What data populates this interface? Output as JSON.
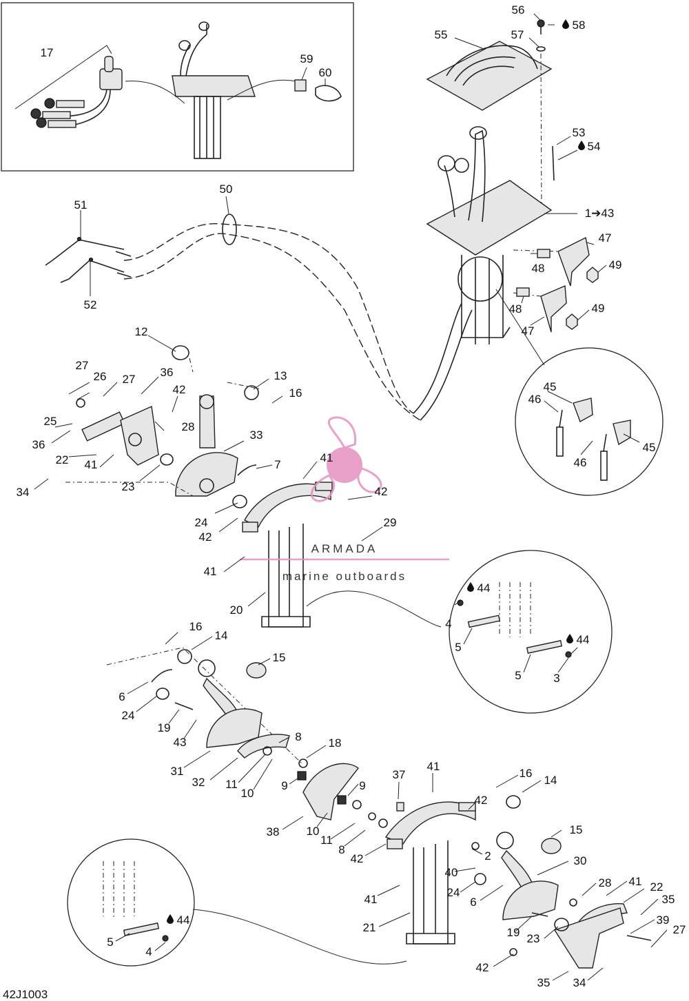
{
  "drawing_code": "42J1003",
  "watermark": {
    "brand": "ARMADA",
    "tagline": "marine outboards",
    "logo_icon": "propeller-logo-icon",
    "color": "#e58fbf"
  },
  "oil_icon": "oil-drop-icon",
  "callouts": [
    {
      "id": "c-17",
      "label": "17"
    },
    {
      "id": "c-59",
      "label": "59"
    },
    {
      "id": "c-60",
      "label": "60"
    },
    {
      "id": "c-56",
      "label": "56"
    },
    {
      "id": "c-58",
      "label": "58",
      "oil": true
    },
    {
      "id": "c-55",
      "label": "55"
    },
    {
      "id": "c-57",
      "label": "57"
    },
    {
      "id": "c-53",
      "label": "53"
    },
    {
      "id": "c-54",
      "label": "54",
      "oil": true
    },
    {
      "id": "c-1-43",
      "label": "1➔43"
    },
    {
      "id": "c-47a",
      "label": "47"
    },
    {
      "id": "c-48a",
      "label": "48"
    },
    {
      "id": "c-49a",
      "label": "49"
    },
    {
      "id": "c-48b",
      "label": "48"
    },
    {
      "id": "c-49b",
      "label": "49"
    },
    {
      "id": "c-47b",
      "label": "47"
    },
    {
      "id": "c-50",
      "label": "50"
    },
    {
      "id": "c-51",
      "label": "51"
    },
    {
      "id": "c-52",
      "label": "52"
    },
    {
      "id": "c-45a",
      "label": "45"
    },
    {
      "id": "c-46a",
      "label": "46"
    },
    {
      "id": "c-45b",
      "label": "45"
    },
    {
      "id": "c-46b",
      "label": "46"
    },
    {
      "id": "c-12",
      "label": "12"
    },
    {
      "id": "c-13",
      "label": "13"
    },
    {
      "id": "c-16a",
      "label": "16"
    },
    {
      "id": "c-27a",
      "label": "27"
    },
    {
      "id": "c-26",
      "label": "26"
    },
    {
      "id": "c-27b",
      "label": "27"
    },
    {
      "id": "c-36a",
      "label": "36"
    },
    {
      "id": "c-42a",
      "label": "42"
    },
    {
      "id": "c-25",
      "label": "25"
    },
    {
      "id": "c-28a",
      "label": "28"
    },
    {
      "id": "c-36b",
      "label": "36"
    },
    {
      "id": "c-33",
      "label": "33"
    },
    {
      "id": "c-22a",
      "label": "22"
    },
    {
      "id": "c-41a",
      "label": "41"
    },
    {
      "id": "c-41b",
      "label": "41"
    },
    {
      "id": "c-7",
      "label": "7"
    },
    {
      "id": "c-34a",
      "label": "34"
    },
    {
      "id": "c-23a",
      "label": "23"
    },
    {
      "id": "c-42b",
      "label": "42"
    },
    {
      "id": "c-24a",
      "label": "24"
    },
    {
      "id": "c-42c",
      "label": "42"
    },
    {
      "id": "c-29",
      "label": "29"
    },
    {
      "id": "c-41c",
      "label": "41"
    },
    {
      "id": "c-44a",
      "label": "44",
      "oil": true
    },
    {
      "id": "c-4a",
      "label": "4"
    },
    {
      "id": "c-20",
      "label": "20"
    },
    {
      "id": "c-5a",
      "label": "5"
    },
    {
      "id": "c-44b",
      "label": "44",
      "oil": true
    },
    {
      "id": "c-5b",
      "label": "5"
    },
    {
      "id": "c-3",
      "label": "3"
    },
    {
      "id": "c-16b",
      "label": "16"
    },
    {
      "id": "c-14a",
      "label": "14"
    },
    {
      "id": "c-15a",
      "label": "15"
    },
    {
      "id": "c-6a",
      "label": "6"
    },
    {
      "id": "c-24b",
      "label": "24"
    },
    {
      "id": "c-19a",
      "label": "19"
    },
    {
      "id": "c-43",
      "label": "43"
    },
    {
      "id": "c-8a",
      "label": "8"
    },
    {
      "id": "c-18",
      "label": "18"
    },
    {
      "id": "c-31",
      "label": "31"
    },
    {
      "id": "c-32",
      "label": "32"
    },
    {
      "id": "c-11a",
      "label": "11"
    },
    {
      "id": "c-10a",
      "label": "10"
    },
    {
      "id": "c-9a",
      "label": "9"
    },
    {
      "id": "c-9b",
      "label": "9"
    },
    {
      "id": "c-37",
      "label": "37"
    },
    {
      "id": "c-41d",
      "label": "41"
    },
    {
      "id": "c-16c",
      "label": "16"
    },
    {
      "id": "c-14b",
      "label": "14"
    },
    {
      "id": "c-42d",
      "label": "42"
    },
    {
      "id": "c-38",
      "label": "38"
    },
    {
      "id": "c-10b",
      "label": "10"
    },
    {
      "id": "c-11b",
      "label": "11"
    },
    {
      "id": "c-8b",
      "label": "8"
    },
    {
      "id": "c-15b",
      "label": "15"
    },
    {
      "id": "c-42e",
      "label": "42"
    },
    {
      "id": "c-2",
      "label": "2"
    },
    {
      "id": "c-30",
      "label": "30"
    },
    {
      "id": "c-40",
      "label": "40"
    },
    {
      "id": "c-24c",
      "label": "24"
    },
    {
      "id": "c-6b",
      "label": "6"
    },
    {
      "id": "c-28b",
      "label": "28"
    },
    {
      "id": "c-41e",
      "label": "41"
    },
    {
      "id": "c-22b",
      "label": "22"
    },
    {
      "id": "c-41f",
      "label": "41"
    },
    {
      "id": "c-35a",
      "label": "35"
    },
    {
      "id": "c-21",
      "label": "21"
    },
    {
      "id": "c-39",
      "label": "39"
    },
    {
      "id": "c-19b",
      "label": "19"
    },
    {
      "id": "c-23b",
      "label": "23"
    },
    {
      "id": "c-27c",
      "label": "27"
    },
    {
      "id": "c-44c",
      "label": "44",
      "oil": true
    },
    {
      "id": "c-5c",
      "label": "5"
    },
    {
      "id": "c-4b",
      "label": "4"
    },
    {
      "id": "c-42f",
      "label": "42"
    },
    {
      "id": "c-35b",
      "label": "35"
    },
    {
      "id": "c-34b",
      "label": "34"
    }
  ]
}
